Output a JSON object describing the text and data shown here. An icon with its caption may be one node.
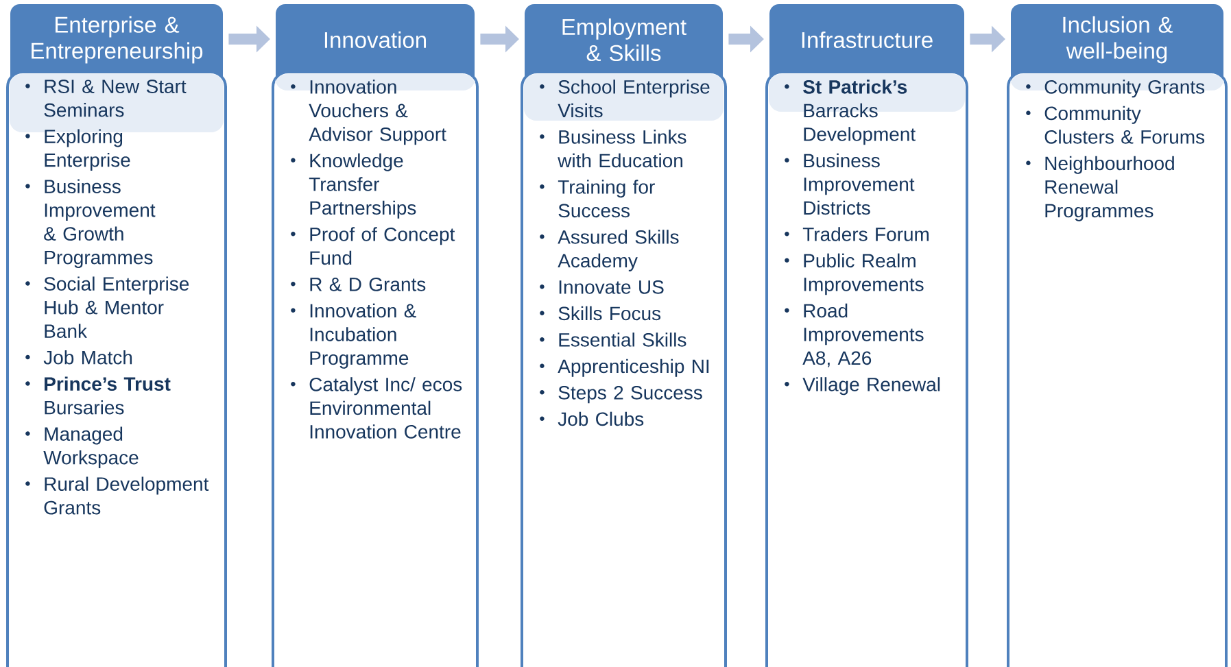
{
  "diagram": {
    "nodes": [
      {
        "text": [
          "Enterprise & Entrepreneurship",
          "RSI & New Start Seminars",
          "Exploring Enterprise",
          "Business Improvement & Growth Programmes",
          "Social Enterprise Hub & Mentor Bank",
          "Job Match",
          "**Prince’s Trust** Bursaries",
          "Managed Workspace",
          "Rural Development Grants"
        ]
      },
      {
        "text": [
          "Innovation",
          "Innovation Vouchers & Advisor Support",
          "Knowledge Transfer Partnerships",
          "Proof of Concept Fund",
          "R & D Grants",
          "Innovation & Incubation Programme",
          "Catalyst Inc/ ecos Environmental Innovation Centre"
        ]
      },
      {
        "text": [
          "Employment & Skills",
          "School Enterprise Visits",
          "Business Links with Education",
          "Training for Success",
          "Assured Skills Academy",
          "Innovate US",
          "Skills Focus",
          "Essential Skills",
          "Apprenticeship NI",
          "Steps 2 Success",
          "Job Clubs"
        ]
      },
      {
        "text": [
          "Infrastructure",
          "**St Patrick’s** Barracks Development",
          "Business Improvement Districts",
          "Traders Forum",
          "Public Realm Improvements",
          "Road Improvements A8, A26",
          "Village Renewal"
        ]
      },
      {
        "text": [
          "Inclusion & well-being",
          "Community Grants",
          "Community Clusters & Forums",
          "Neighbourhood Renewal Programmes"
        ]
      }
    ],
    "edges": [
      {
        "from": 0,
        "to": 1,
        "arrow": "to"
      },
      {
        "from": 1,
        "to": 2,
        "arrow": "to"
      },
      {
        "from": 2,
        "to": 3,
        "arrow": "to"
      },
      {
        "from": 3,
        "to": 4,
        "arrow": "to"
      }
    ]
  }
}
